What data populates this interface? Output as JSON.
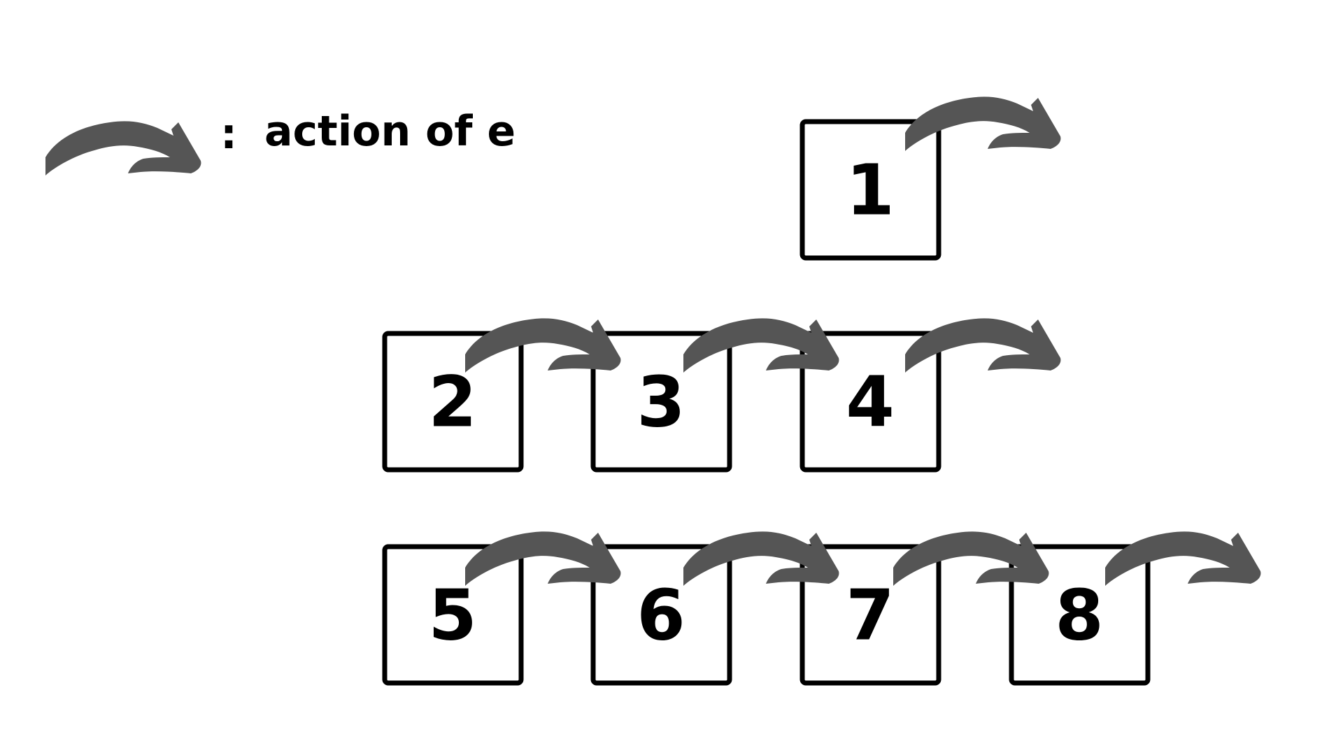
{
  "legend": {
    "separator": ":",
    "label": "action of e"
  },
  "boxes": [
    "1",
    "2",
    "3",
    "4",
    "5",
    "6",
    "7",
    "8"
  ],
  "arrow_color": "#555555"
}
